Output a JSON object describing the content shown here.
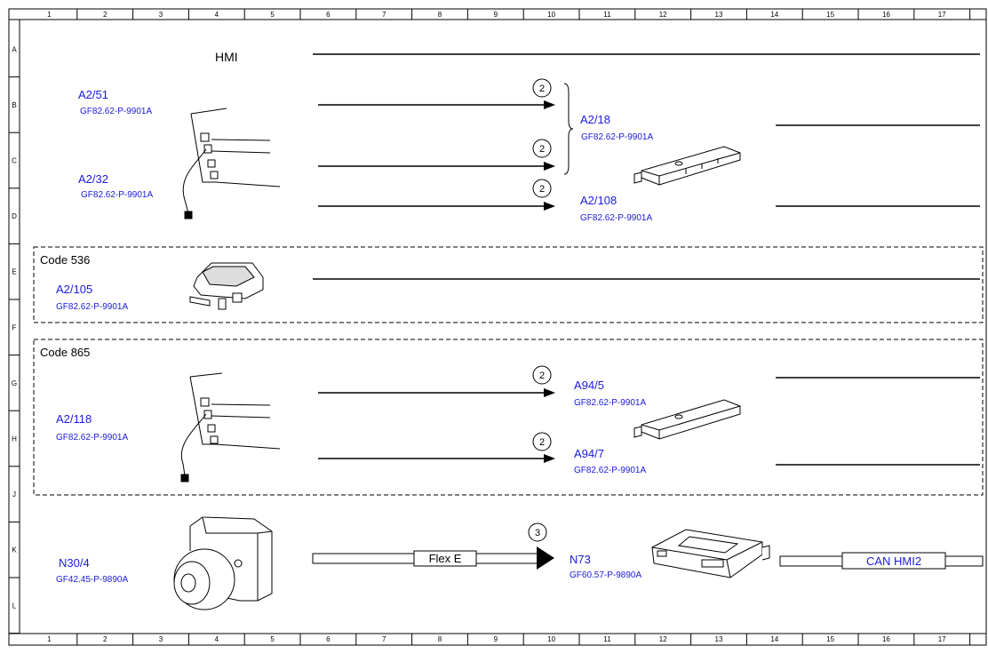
{
  "grid": {
    "columns": [
      "1",
      "2",
      "3",
      "4",
      "5",
      "6",
      "7",
      "8",
      "9",
      "10",
      "11",
      "12",
      "13",
      "14",
      "15",
      "16",
      "17"
    ],
    "rows": [
      "A",
      "B",
      "C",
      "D",
      "E",
      "F",
      "G",
      "H",
      "J",
      "K",
      "L"
    ]
  },
  "heading": "HMI",
  "boxes": {
    "code536": "Code 536",
    "code865": "Code 865"
  },
  "components": {
    "a2_51": {
      "id": "A2/51",
      "ref": "GF82.62-P-9901A"
    },
    "a2_32": {
      "id": "A2/32",
      "ref": "GF82.62-P-9901A"
    },
    "a2_18": {
      "id": "A2/18",
      "ref": "GF82.62-P-9901A"
    },
    "a2_108": {
      "id": "A2/108",
      "ref": "GF82.62-P-9901A"
    },
    "a2_105": {
      "id": "A2/105",
      "ref": "GF82.62-P-9901A"
    },
    "a2_118": {
      "id": "A2/118",
      "ref": "GF82.62-P-9901A"
    },
    "a94_5": {
      "id": "A94/5",
      "ref": "GF82.62-P-9901A"
    },
    "a94_7": {
      "id": "A94/7",
      "ref": "GF82.62-P-9901A"
    },
    "n30_4": {
      "id": "N30/4",
      "ref": "GF42.45-P-9890A"
    },
    "n73": {
      "id": "N73",
      "ref": "GF60.57-P-9890A"
    }
  },
  "markers": {
    "m1": "2",
    "m2": "2",
    "m3": "2",
    "m4": "2",
    "m5": "2",
    "m6": "3"
  },
  "buses": {
    "flex": "Flex E",
    "can": "CAN HMI2"
  },
  "colors": {
    "label_blue": "#1a1adb",
    "line": "#000000"
  }
}
